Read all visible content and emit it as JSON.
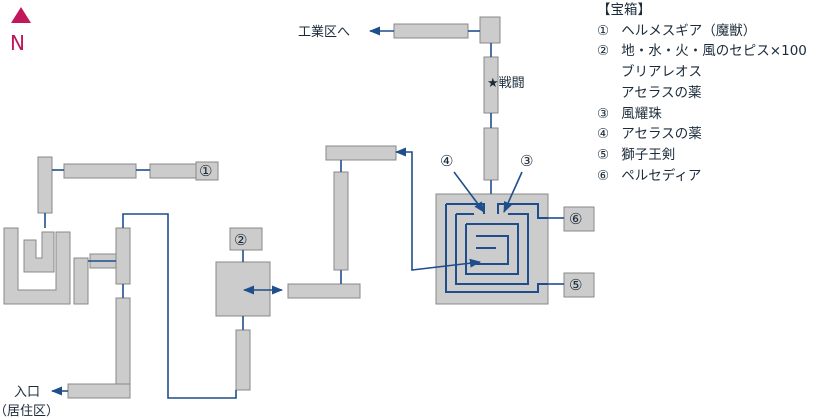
{
  "compass": {
    "letter": "N",
    "color": "#c2185b"
  },
  "colors": {
    "room": "#cccccc",
    "room_border": "#777777",
    "path": "#1f4e8c",
    "text": "#1c2b3a"
  },
  "labels": {
    "industrial": "工業区へ",
    "battle": "★戦闘",
    "entrance_line1": "入口",
    "entrance_line2": "（居住区）"
  },
  "markers": {
    "m1": "①",
    "m2": "②",
    "m3": "③",
    "m4": "④",
    "m5": "⑤",
    "m6": "⑥"
  },
  "legend": {
    "title": "【宝箱】",
    "items": [
      {
        "num": "①",
        "text": "ヘルメスギア（魔獣）"
      },
      {
        "num": "②",
        "text": "地・水・火・風のセピス×100"
      },
      {
        "num": "",
        "text": "ブリアレオス"
      },
      {
        "num": "",
        "text": "アセラスの薬"
      },
      {
        "num": "③",
        "text": "風耀珠"
      },
      {
        "num": "④",
        "text": "アセラスの薬"
      },
      {
        "num": "⑤",
        "text": "獅子王剣"
      },
      {
        "num": "⑥",
        "text": "ペルセディア"
      }
    ]
  }
}
